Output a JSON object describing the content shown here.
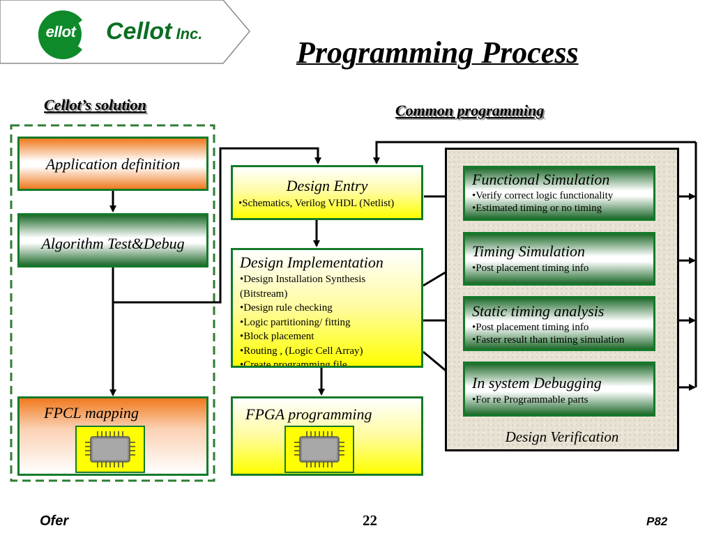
{
  "header": {
    "logo_text": "ellot",
    "brand_name": "Cellot",
    "brand_suffix": "Inc.",
    "title": "Programming Process"
  },
  "sections": {
    "cellot_solution": "Cellot’s solution",
    "common_programming": "Common programming"
  },
  "cellot_column": {
    "app_def": "Application definition",
    "algo": "Algorithm Test&Debug",
    "fpcl": "FPCL mapping"
  },
  "common_column": {
    "design_entry": {
      "title": "Design Entry",
      "bullets": [
        "•Schematics, Verilog VHDL (Netlist)"
      ]
    },
    "design_impl": {
      "title": "Design Implementation",
      "bullets": [
        "•Design Installation Synthesis",
        "(Bitstream)",
        "•Design rule checking",
        "•Logic partitioning/ fitting",
        "•Block placement",
        "•Routing , (Logic Cell Array)",
        "•Create programming file"
      ]
    },
    "fpga": "FPGA programming"
  },
  "verification": {
    "label": "Design Verification",
    "boxes": [
      {
        "title": "Functional Simulation",
        "bullets": [
          "•Verify correct logic functionality",
          "•Estimated timing or no timing"
        ]
      },
      {
        "title": "Timing Simulation",
        "bullets": [
          "•Post placement timing info"
        ]
      },
      {
        "title": "Static timing analysis",
        "bullets": [
          "•Post placement timing info",
          "•Faster result than timing simulation"
        ]
      },
      {
        "title": "In system Debugging",
        "bullets": [
          "•For re Programmable parts"
        ]
      }
    ]
  },
  "footer": {
    "author": "Ofer",
    "page_number": "22",
    "code": "P82"
  },
  "colors": {
    "brand_green": "#0f8a2a",
    "box_border_green": "#137a2a",
    "orange": "#f07a1f",
    "yellow": "#ffff00",
    "dashed_green": "#2e7d32"
  },
  "icons": [
    "chip-icon"
  ]
}
